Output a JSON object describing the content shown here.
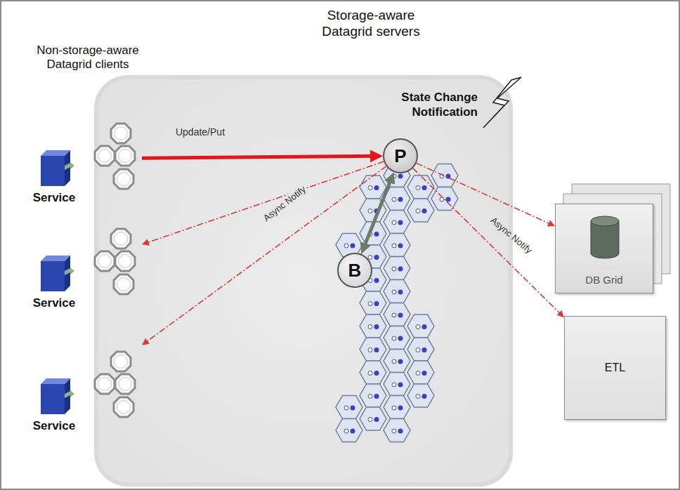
{
  "diagram": {
    "nodes": [
      {
        "text": [
          "Non-storage-aware Datagrid clients",
          "Storage-aware Datagrid servers"
        ]
      },
      {
        "text": [
          "Service"
        ]
      },
      {
        "text": [
          "P"
        ],
        "in": 0
      },
      {
        "text": [
          "B"
        ],
        "in": 0
      },
      {
        "text": [
          "Service"
        ]
      },
      {
        "text": [
          "Service"
        ]
      },
      {
        "text": [
          "DB Grid"
        ]
      },
      {
        "text": [
          "ETL"
        ]
      }
    ],
    "edges": [
      {
        "from": 1,
        "to": 2,
        "arrow": "to",
        "label": "Update/Put"
      },
      {
        "from": 2,
        "to": 4,
        "arrow": "to",
        "label": "Async Notify"
      },
      {
        "from": 2,
        "to": 5,
        "arrow": "to"
      },
      {
        "from": 2,
        "to": 3,
        "arrow": "both"
      },
      {
        "from": 2,
        "to": 6,
        "arrow": "to",
        "label": "Async Notify"
      },
      {
        "from": 2,
        "to": 7,
        "arrow": "to"
      }
    ],
    "labels": [
      "State Change Notification"
    ]
  }
}
